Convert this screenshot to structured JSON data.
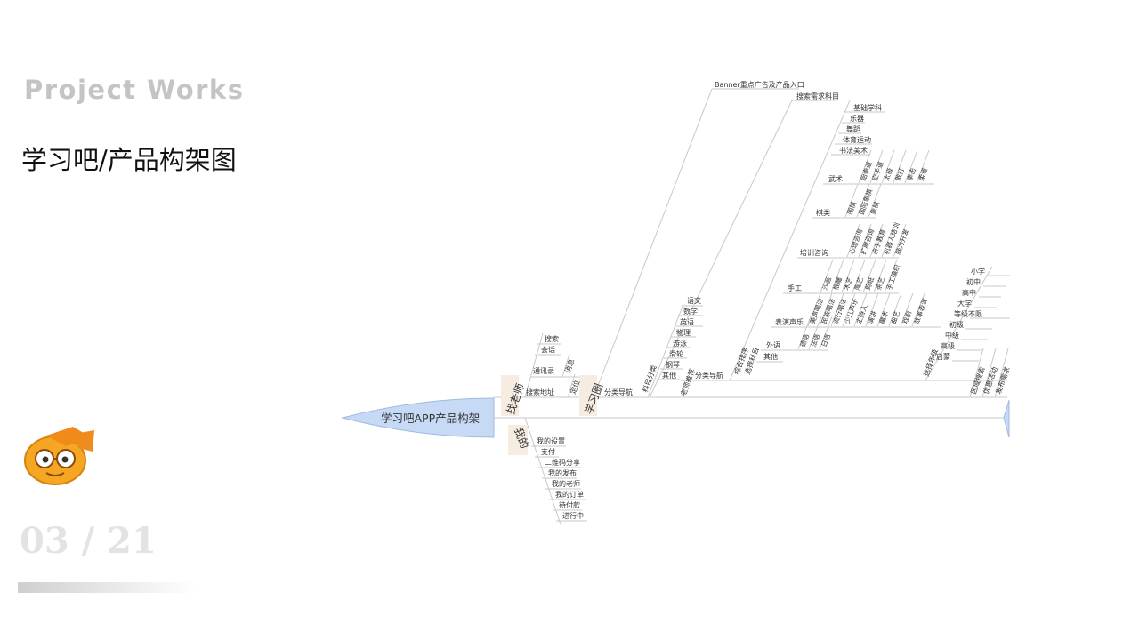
{
  "header": {
    "en_title": "Project Works",
    "cn_title": "学习吧/产品构架图"
  },
  "footer": {
    "page_number": "03 / 21"
  },
  "mascot": {
    "icon": "owl-mascot-icon",
    "colors": {
      "body": "#f2a423",
      "hat": "#ea8a1a"
    }
  },
  "diagram": {
    "head_label": "学习吧APP产品构架",
    "colors": {
      "head_fill": "#c6daf5",
      "head_stroke": "#9fbbe0",
      "line": "#c8c8c8",
      "category_bg": "#f6ece2"
    },
    "categories": {
      "find_teacher": "找老师",
      "study_circle": "学习圈",
      "mine": "我的"
    },
    "find_teacher": {
      "items": [
        "搜索",
        "会话"
      ],
      "contacts": "通讯录",
      "contacts_sub": "消息",
      "address": "搜索地址",
      "address_sub": "定位"
    },
    "mine": {
      "items": [
        "我的设置",
        "支付",
        "二维码分享",
        "我的发布",
        "我的老师",
        "我的订单",
        "待付款",
        "进行中"
      ]
    },
    "study_circle": {
      "nav": "分类导航",
      "banner": "Banner重点广告及产品入口",
      "search_subject": "搜索需求科目",
      "subject_cat": "科目分类",
      "teacher_rec": "老师推荐",
      "subjects": [
        "语文",
        "数学",
        "英语",
        "物理",
        "游泳",
        "滑轮",
        "钢琴",
        "其他"
      ],
      "right_nav": "分类导航",
      "sort": "综合排序",
      "select_subject": "选择科目",
      "top_groups": [
        "基础学科",
        "乐器",
        "舞蹈",
        "体育运动",
        "书法美术"
      ],
      "wushu": "武术",
      "wushu_items": [
        "跆拳道",
        "空手道",
        "太极",
        "散打",
        "拳击",
        "柔道"
      ],
      "chess": "棋类",
      "chess_items": [
        "围棋",
        "国际象棋",
        "象棋"
      ],
      "training": "培训咨询",
      "training_items": [
        "心理咨询",
        "扩展咨询",
        "亲子教育",
        "机器人培训",
        "脑力开发"
      ],
      "craft": "手工",
      "craft_items": [
        "沙画",
        "根雕",
        "木艺",
        "陶艺",
        "剪纸",
        "茶艺",
        "手工编织"
      ],
      "perform": "表演声乐",
      "perform_items": [
        "美声唱法",
        "民族唱法",
        "流行唱法",
        "少儿声乐",
        "主持人",
        "演讲",
        "魔术",
        "曲艺",
        "戏剧",
        "故事表演"
      ],
      "foreign": "外语",
      "foreign_items": [
        "德语",
        "法语",
        "日语"
      ],
      "other": "其他",
      "grade": "选择年级",
      "grades": [
        "小学",
        "初中",
        "高中",
        "大学",
        "等级不限",
        "初级",
        "中级",
        "高级",
        "启蒙"
      ],
      "far_right": [
        "区域搜索",
        "优惠活动",
        "发布需求"
      ]
    }
  }
}
